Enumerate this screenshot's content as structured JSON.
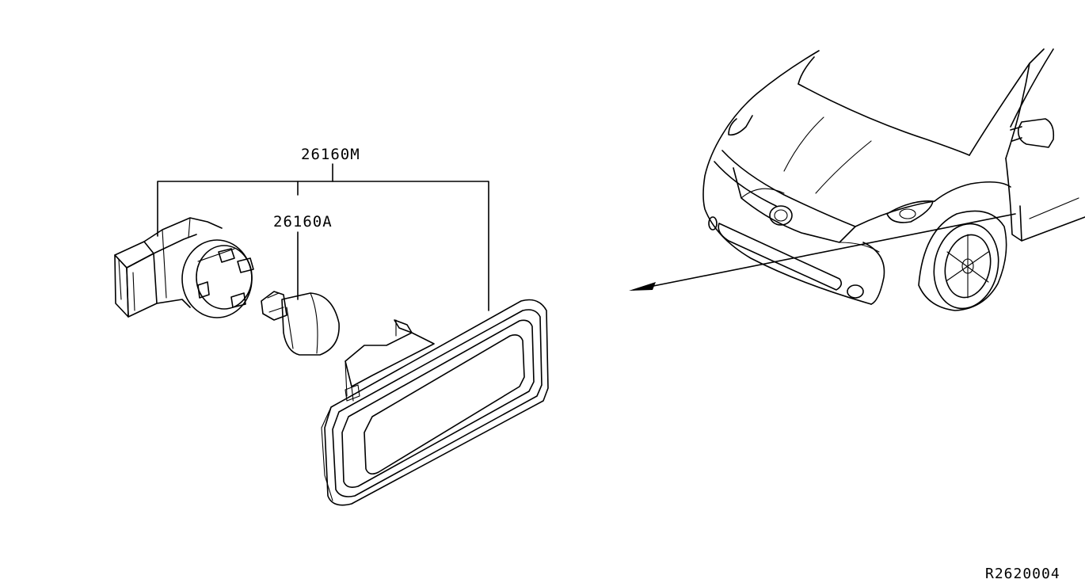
{
  "parts": {
    "assembly_label": "26160M",
    "bulb_label": "26160A"
  },
  "reference_code": "R2620004"
}
